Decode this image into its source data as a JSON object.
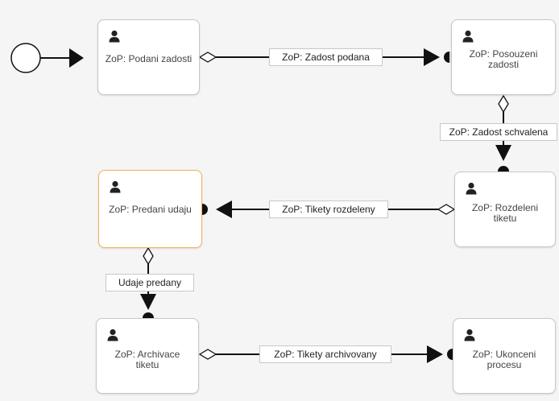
{
  "diagram": {
    "nodes": [
      {
        "id": "podani",
        "label": "ZoP: Podani zadosti",
        "icon": "person-icon"
      },
      {
        "id": "posouzeni",
        "label": "ZoP: Posouzeni\nzadosti",
        "icon": "person-icon"
      },
      {
        "id": "rozdeleni",
        "label": "ZoP: Rozdeleni\ntiketu",
        "icon": "person-icon"
      },
      {
        "id": "predani",
        "label": "ZoP: Predani udaju",
        "icon": "person-icon",
        "selected": true
      },
      {
        "id": "archivace",
        "label": "ZoP: Archivace\ntiketu",
        "icon": "person-icon"
      },
      {
        "id": "ukonceni",
        "label": "ZoP: Ukonceni\nprocesu",
        "icon": "person-icon"
      }
    ],
    "edges": [
      {
        "id": "zadost-podana",
        "from": "podani",
        "to": "posouzeni",
        "label": "ZoP: Zadost podana"
      },
      {
        "id": "zadost-schvalena",
        "from": "posouzeni",
        "to": "rozdeleni",
        "label": "ZoP: Zadost schvalena"
      },
      {
        "id": "tikety-rozdeleny",
        "from": "rozdeleni",
        "to": "predani",
        "label": "ZoP: Tikety rozdeleny"
      },
      {
        "id": "udaje-predany",
        "from": "predani",
        "to": "archivace",
        "label": "Udaje predany"
      },
      {
        "id": "tikety-archivovany",
        "from": "archivace",
        "to": "ukonceni",
        "label": "ZoP: Tikety archivovany"
      }
    ],
    "colors": {
      "line": "#111111",
      "node_border": "#c8c8c8",
      "selected_border": "#f0b25a",
      "icon": "#222222",
      "background": "#f5f5f5"
    }
  }
}
